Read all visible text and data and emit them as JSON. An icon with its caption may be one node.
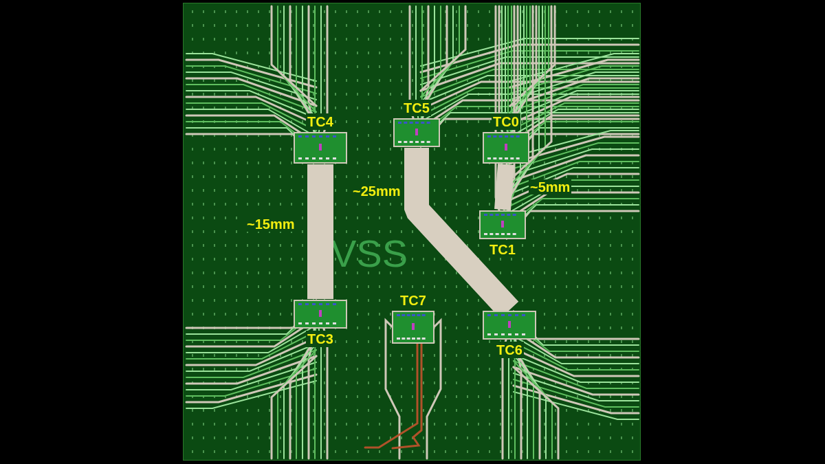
{
  "diagram": {
    "nodes": [
      {
        "text": [
          "TC4"
        ]
      },
      {
        "text": [
          "TC5"
        ]
      },
      {
        "text": [
          "TC0"
        ]
      },
      {
        "text": [
          "TC1"
        ]
      },
      {
        "text": [
          "TC7"
        ]
      },
      {
        "text": [
          "TC3"
        ]
      },
      {
        "text": [
          "TC6"
        ]
      }
    ],
    "edges": [
      {
        "from": 0,
        "to": 5,
        "arrow": "none",
        "label": "~15mm"
      },
      {
        "from": 1,
        "to": 6,
        "arrow": "none",
        "label": "~25mm"
      },
      {
        "from": 2,
        "to": 3,
        "arrow": "none",
        "label": "~5mm"
      }
    ],
    "labels": [
      "VSS"
    ]
  }
}
